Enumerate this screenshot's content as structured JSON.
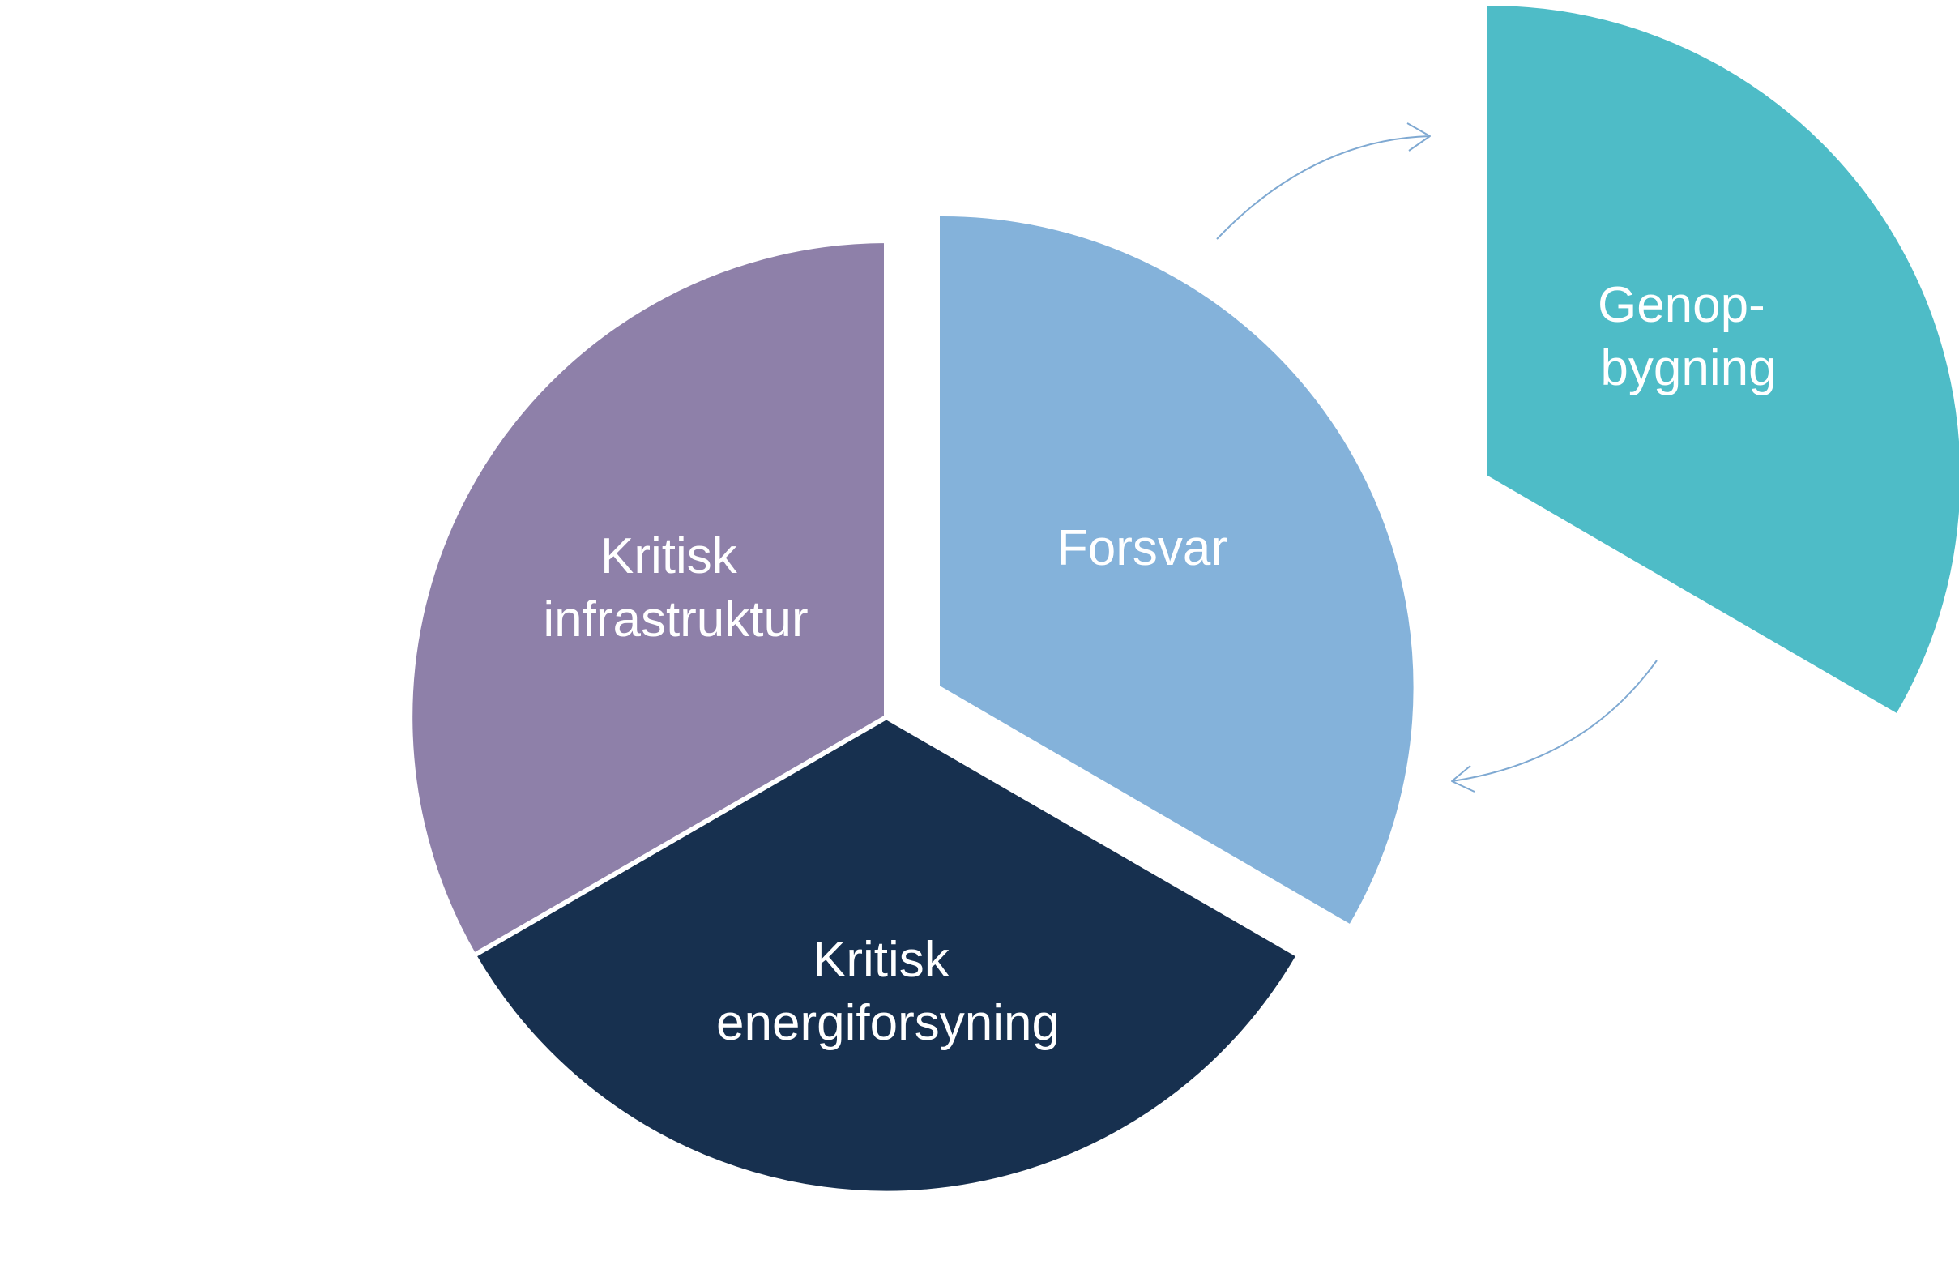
{
  "segments": [
    {
      "id": "kritisk-infrastruktur",
      "lines": [
        "Kritisk",
        "infrastruktur"
      ],
      "color": "#8e80a9"
    },
    {
      "id": "kritisk-energiforsyning",
      "lines": [
        "Kritisk",
        "energiforsyning"
      ],
      "color": "#17304f"
    },
    {
      "id": "forsvar",
      "lines": [
        "Forsvar"
      ],
      "color": "#84b2da"
    },
    {
      "id": "genopbygning",
      "lines": [
        "Genop-",
        "bygning"
      ],
      "color": "#4ebcc7"
    }
  ],
  "arrow_color": "#7fa9d2",
  "label_color": "#ffffff"
}
